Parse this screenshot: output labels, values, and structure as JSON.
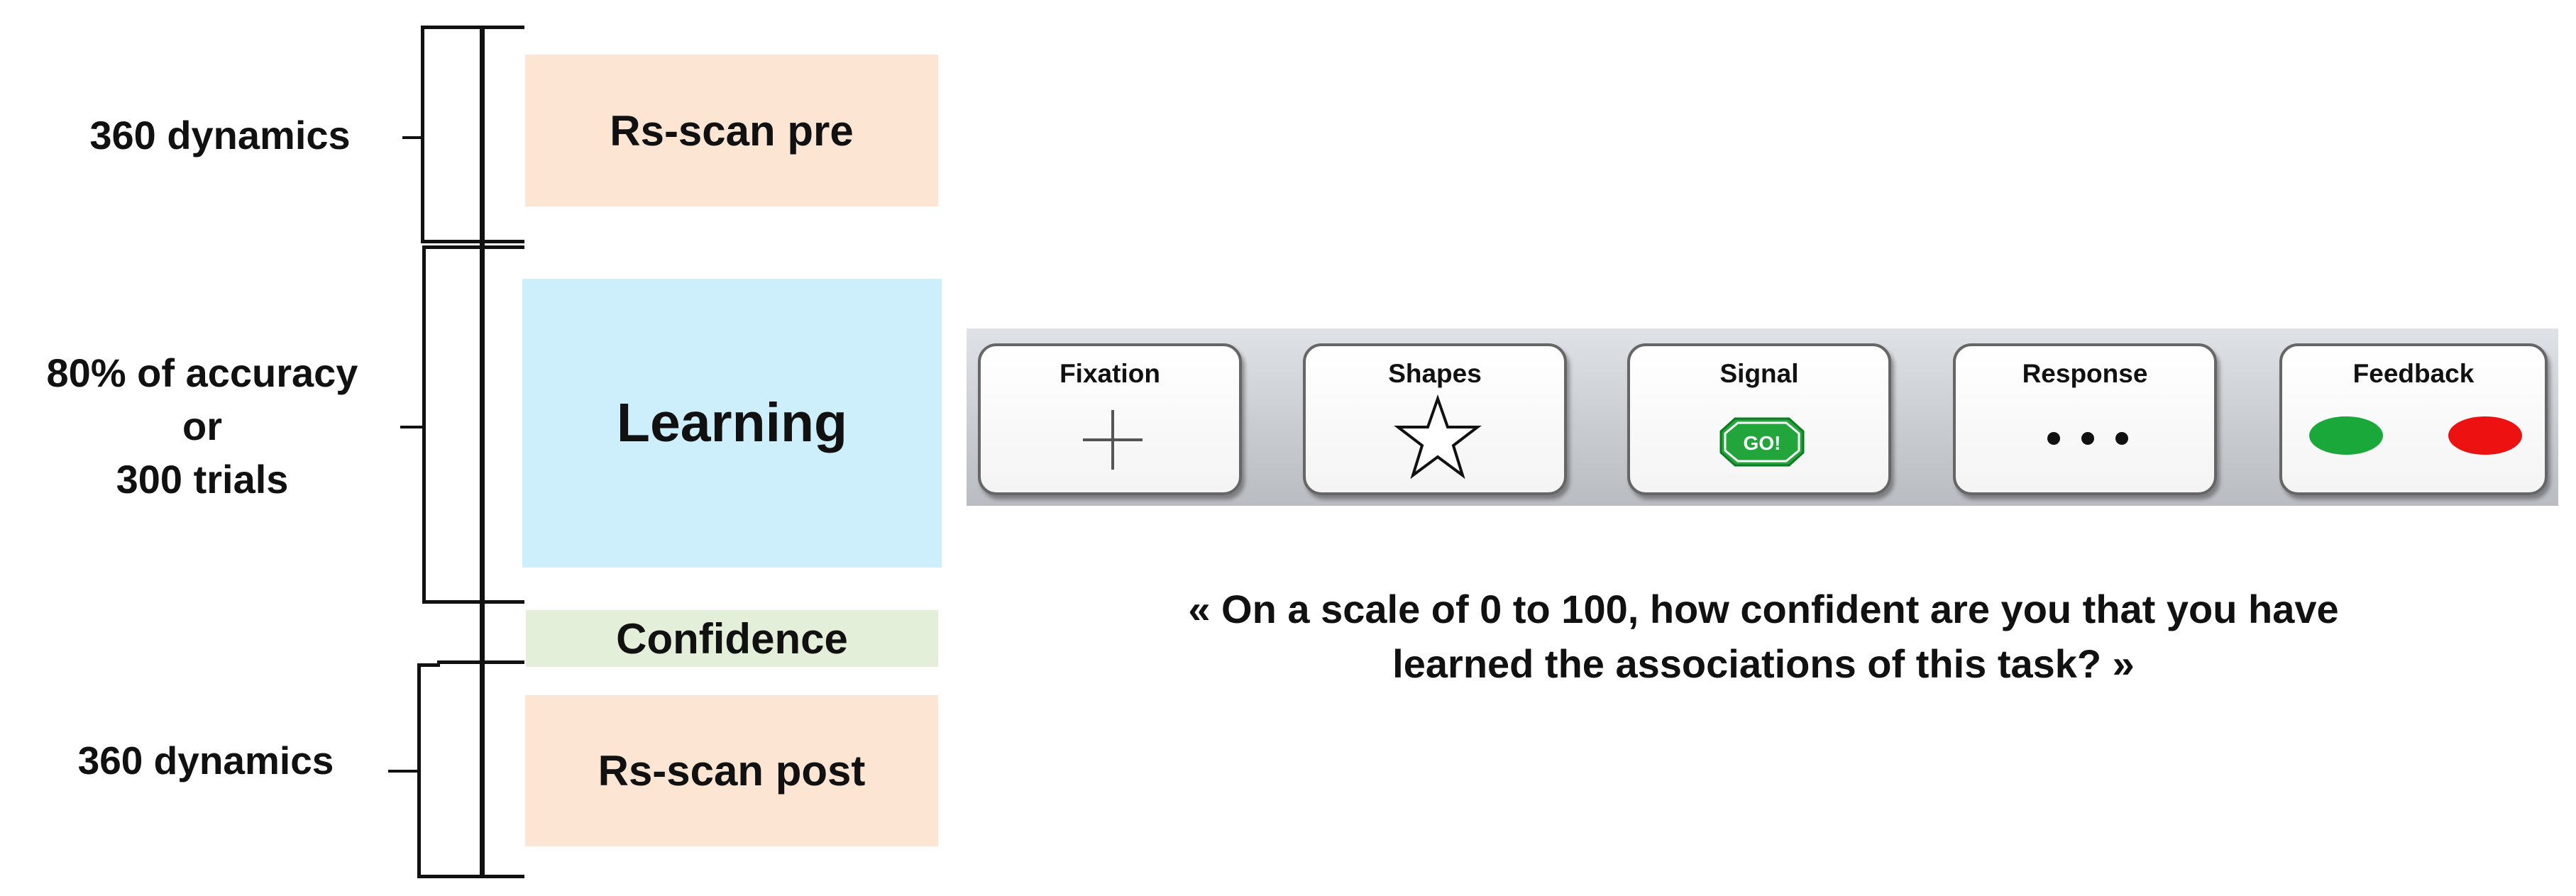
{
  "timeline": {
    "rs_scan_pre": {
      "label": "Rs-scan pre",
      "color": "#fce5d3"
    },
    "learning": {
      "label": "Learning",
      "color": "#cdeffb"
    },
    "confidence": {
      "label": "Confidence",
      "color": "#e4efd9"
    },
    "rs_scan_post": {
      "label": "Rs-scan post",
      "color": "#fce5d3"
    }
  },
  "durations": {
    "pre": "360 dynamics",
    "learning": [
      "80% of accuracy",
      "or",
      "300 trials"
    ],
    "post": "360 dynamics"
  },
  "trial_sequence": {
    "steps": [
      {
        "label": "Fixation",
        "icon": "fixation-cross-icon"
      },
      {
        "label": "Shapes",
        "icon": "star-shape-icon"
      },
      {
        "label": "Signal",
        "icon": "go-sign-icon",
        "badge": "GO!",
        "badge_color": "#22a53a"
      },
      {
        "label": "Response",
        "icon": "ellipsis-dots-icon"
      },
      {
        "label": "Feedback",
        "icon": "feedback-ovals-icon",
        "colors": [
          "#1aa83a",
          "#ee1111"
        ]
      }
    ]
  },
  "confidence_question": {
    "line1": "« On a scale of 0 to 100, how confident are you that you have",
    "line2": "learned the associations of this task? »"
  }
}
